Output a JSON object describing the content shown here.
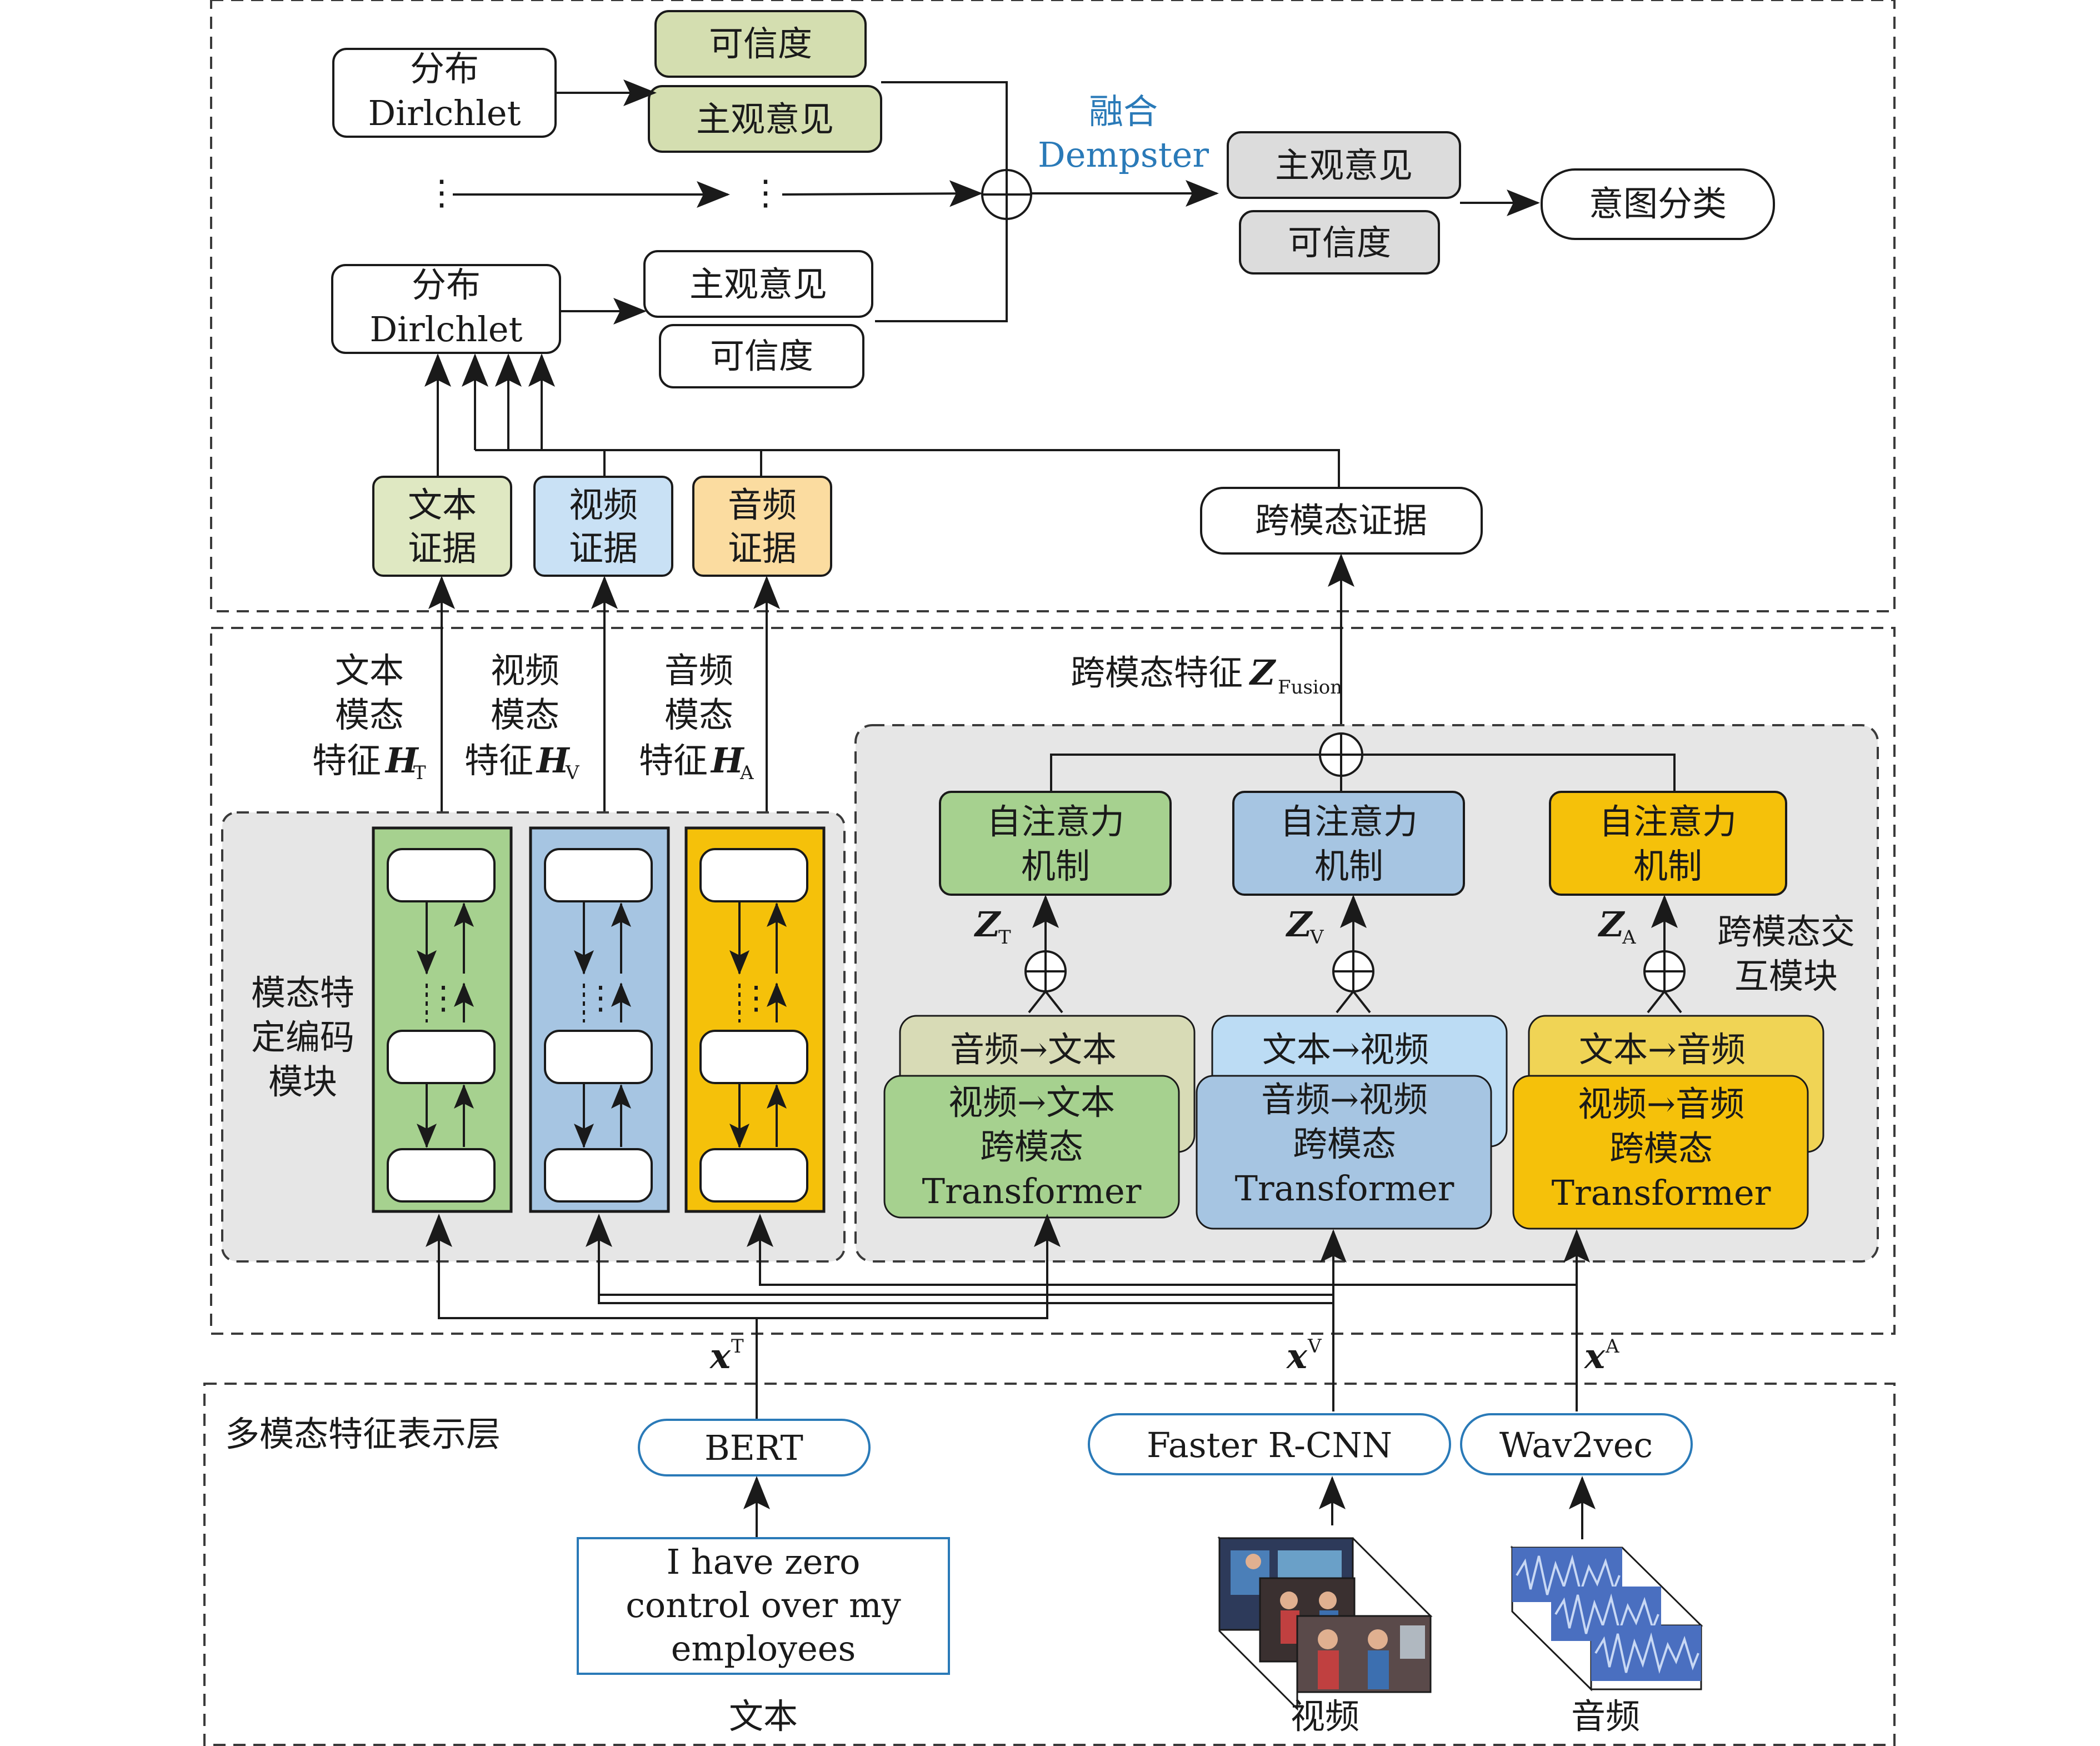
{
  "fusion": {
    "label_cn": "融合",
    "label_en": "Dempster",
    "dist1_line1": "分布",
    "dist1_line2": "Dirlchlet",
    "dist2_line1": "分布",
    "dist2_line2": "Dirlchlet",
    "belief_a": "可信度",
    "opinion_a": "主观意见",
    "opinion_b": "主观意见",
    "belief_b": "可信度",
    "dots1": "⋮",
    "dots2": "⋮",
    "out_opinion": "主观意见",
    "out_belief": "可信度",
    "intent": "意图分类"
  },
  "evidence": {
    "text_l1": "文本",
    "text_l2": "证据",
    "video_l1": "视频",
    "video_l2": "证据",
    "audio_l1": "音频",
    "audio_l2": "证据",
    "cross": "跨模态证据"
  },
  "features": {
    "text_l1": "文本",
    "text_l2": "模态",
    "text_l3": "特征",
    "text_sym": "H",
    "text_sub": "T",
    "video_l1": "视频",
    "video_l2": "模态",
    "video_l3": "特征",
    "video_sym": "H",
    "video_sub": "V",
    "audio_l1": "音频",
    "audio_l2": "模态",
    "audio_l3": "特征",
    "audio_sym": "H",
    "audio_sub": "A",
    "fusion_label": "跨模态特征",
    "fusion_sym": "Z",
    "fusion_sub": "Fusion"
  },
  "encoder": {
    "label_l1": "模态特",
    "label_l2": "定编码",
    "label_l3": "模块",
    "dots": "⋮"
  },
  "cross_module": {
    "attn_l1": "自注意力",
    "attn_l2": "机制",
    "z_sym": "Z",
    "z_t": "T",
    "z_v": "V",
    "z_a": "A",
    "side_l1": "跨模态交",
    "side_l2": "互模块",
    "text_back": "音频→文本",
    "text_front": "视频→文本",
    "video_back": "文本→视频",
    "video_front": "音频→视频",
    "audio_back": "文本→音频",
    "audio_front": "视频→音频",
    "cm_l2": "跨模态",
    "cm_l3": "Transformer"
  },
  "inputs": {
    "x_sym": "x",
    "x_t": "T",
    "x_v": "V",
    "x_a": "A",
    "layer_label": "多模态特征表示层",
    "bert": "BERT",
    "frcnn": "Faster R-CNN",
    "wav2vec": "Wav2vec",
    "sentence_l1": "I have zero",
    "sentence_l2": "control over my",
    "sentence_l3": "employees",
    "text_cap": "文本",
    "video_cap": "视频",
    "audio_cap": "音频"
  },
  "colors": {
    "text": "#a6d18f",
    "text_evidence": "#dfe8c2",
    "text_back": "#d8dbb6",
    "video": "#a6c5e2",
    "video_evidence": "#c9e1f5",
    "video_back": "#bcdcf4",
    "audio": "#f5c10a",
    "audio_evidence": "#fbdca0",
    "audio_back": "#f0d455",
    "fusion_green": "#d4deb0",
    "fusion_gray": "#dcdcdc",
    "panel": "#e6e6e6",
    "input_blue": "#2a7ab8"
  }
}
